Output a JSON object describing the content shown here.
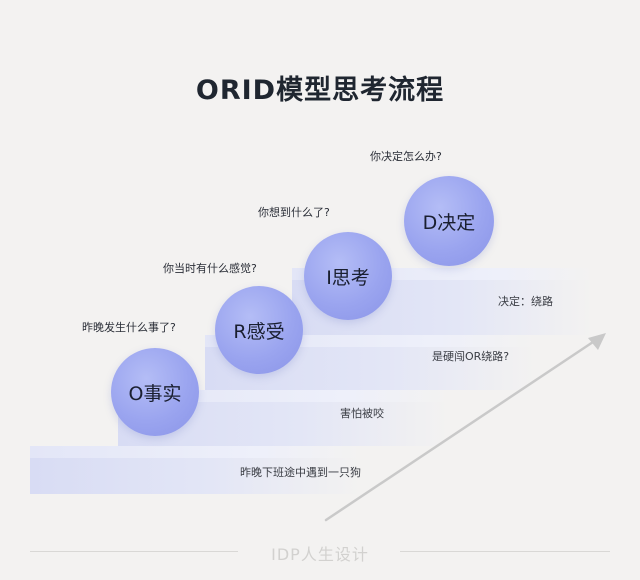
{
  "title": "ORID模型思考流程",
  "steps": [
    {
      "circle": "O事实",
      "question": "昨晚发生什么事了?",
      "answer": "昨晚下班途中遇到一只狗"
    },
    {
      "circle": "R感受",
      "question": "你当时有什么感觉?",
      "answer": "害怕被咬"
    },
    {
      "circle": "I思考",
      "question": "你想到什么了?",
      "answer": "是硬闯OR绕路?"
    },
    {
      "circle": "D决定",
      "question": "你决定怎么办?",
      "answer": "决定：绕路"
    }
  ],
  "footer": "IDP人生设计",
  "colors": {
    "circle": "#9aa4ef",
    "step": "#dfe3f6",
    "arrow": "#c8c8c8",
    "title": "#1f2630"
  }
}
